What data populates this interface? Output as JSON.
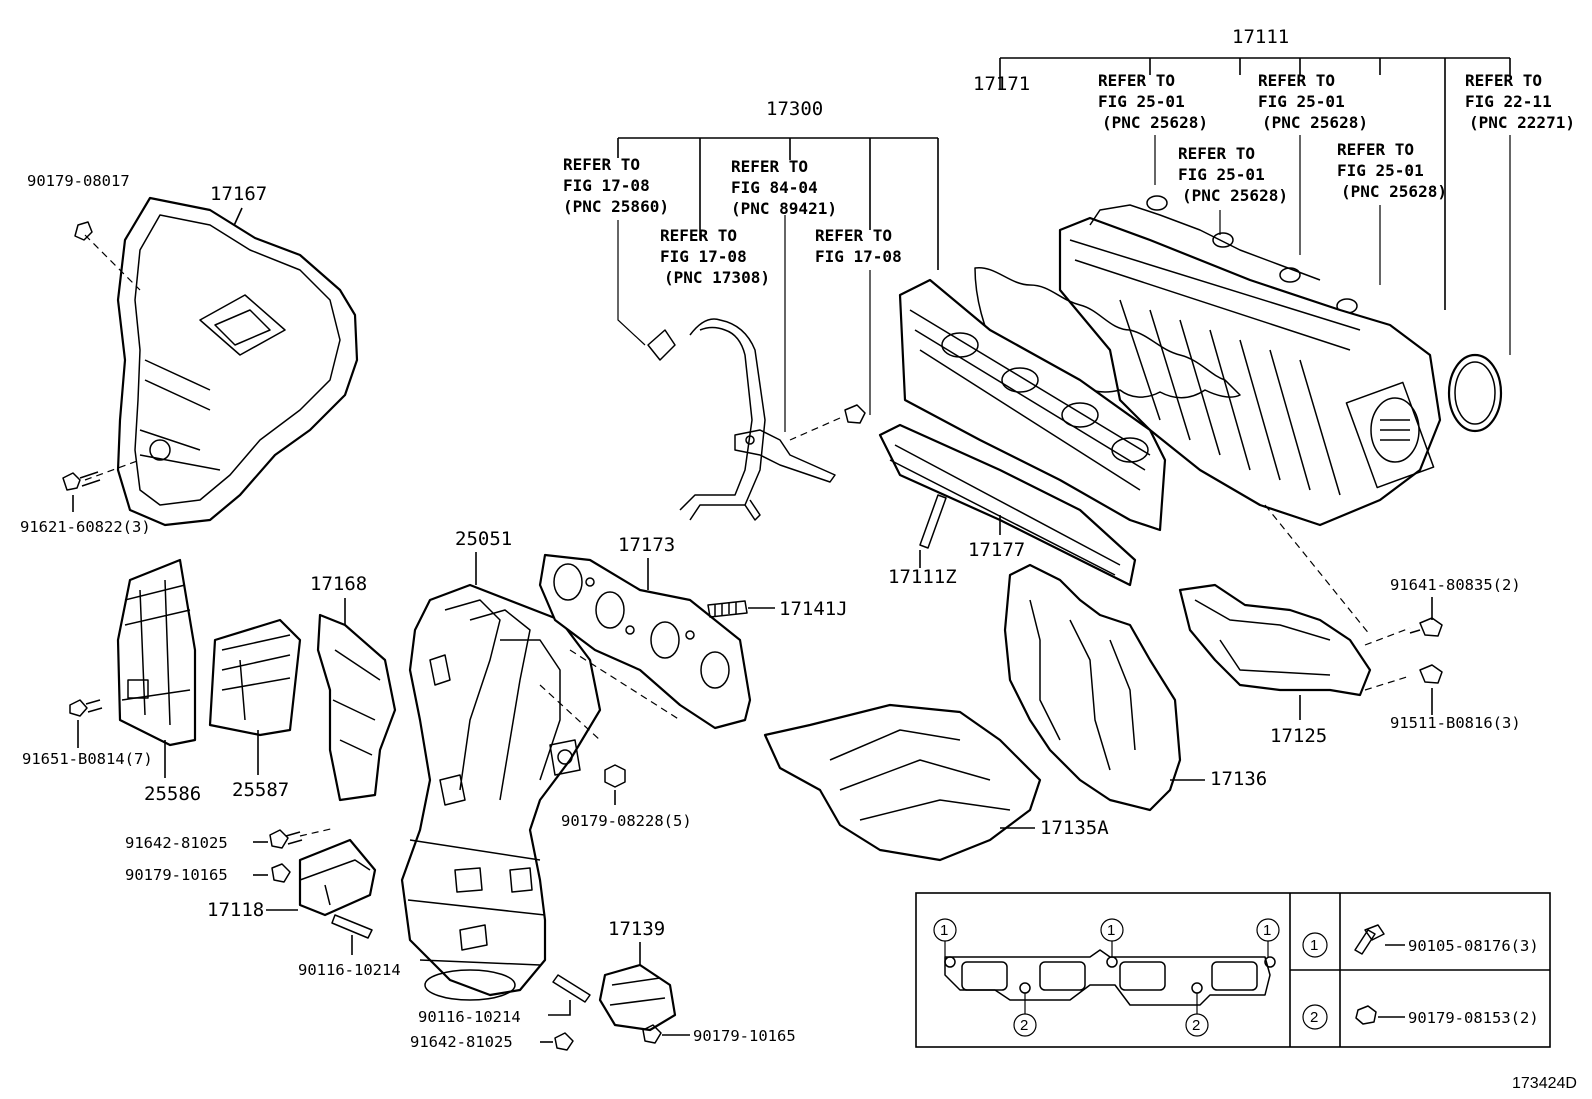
{
  "figure_id": "173424D",
  "parts": {
    "p17111": "17111",
    "p17171": "17171",
    "p17300": "17300",
    "p17167": "17167",
    "p90179_08017": "90179-08017",
    "p91621_60822": "91621-60822(3)",
    "p25051": "25051",
    "p17173": "17173",
    "p17141J": "17141J",
    "p17168": "17168",
    "p91651_B0814": "91651-B0814(7)",
    "p25586": "25586",
    "p25587": "25587",
    "p90179_08228": "90179-08228(5)",
    "p91642_81025_a": "91642-81025",
    "p90179_10165_a": "90179-10165",
    "p17118": "17118",
    "p90116_10214_a": "90116-10214",
    "p17139": "17139",
    "p90116_10214_b": "90116-10214",
    "p91642_81025_b": "91642-81025",
    "p90179_10165_b": "90179-10165",
    "p17111Z": "17111Z",
    "p17177": "17177",
    "p17136": "17136",
    "p17135A": "17135A",
    "p91641_80835": "91641-80835(2)",
    "p17125": "17125",
    "p91511_B0816": "91511-B0816(3)"
  },
  "refs": {
    "r1": [
      "REFER TO",
      "FIG 17-08",
      "(PNC 25860)"
    ],
    "r2": [
      "REFER TO",
      "FIG 84-04",
      "(PNC 89421)"
    ],
    "r3": [
      "REFER TO",
      "FIG 17-08",
      "(PNC 17308)"
    ],
    "r4": [
      "REFER TO",
      "FIG 17-08"
    ],
    "r5": [
      "REFER TO",
      "FIG 25-01",
      "(PNC 25628)"
    ],
    "r6": [
      "REFER TO",
      "FIG 25-01",
      "(PNC 25628)"
    ],
    "r7": [
      "REFER TO",
      "FIG 25-01",
      "(PNC 25628)"
    ],
    "r8": [
      "REFER TO",
      "FIG 25-01",
      "(PNC 25628)"
    ],
    "r9": [
      "REFER TO",
      "FIG 22-11",
      "(PNC 22271)"
    ]
  },
  "legend": {
    "marker1": "1",
    "marker2": "2",
    "row1_part": "90105-08176(3)",
    "row2_part": "90179-08153(2)",
    "gasket_markers": [
      "1",
      "1",
      "1",
      "2",
      "2"
    ]
  }
}
